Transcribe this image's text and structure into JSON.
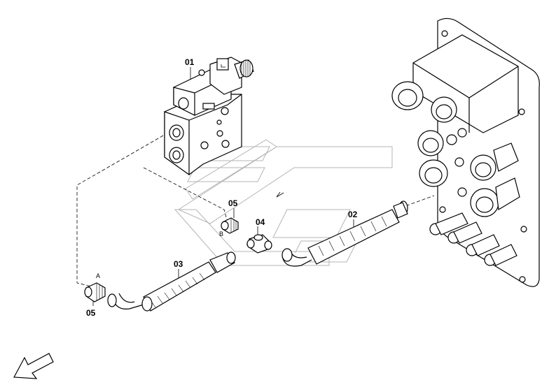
{
  "callouts": {
    "item_01": "01",
    "item_02": "02",
    "item_03": "03",
    "item_04": "04",
    "item_05_top": "05",
    "item_05_bottom": "05"
  },
  "port_labels": {
    "port_a": "A",
    "port_b": "B"
  },
  "icons": {
    "orientation_arrow": "arrow-down-left-icon",
    "watermark": "logo-watermark"
  },
  "colors": {
    "line": "#000000",
    "watermark": "#b5b5b5",
    "background": "#ffffff"
  }
}
